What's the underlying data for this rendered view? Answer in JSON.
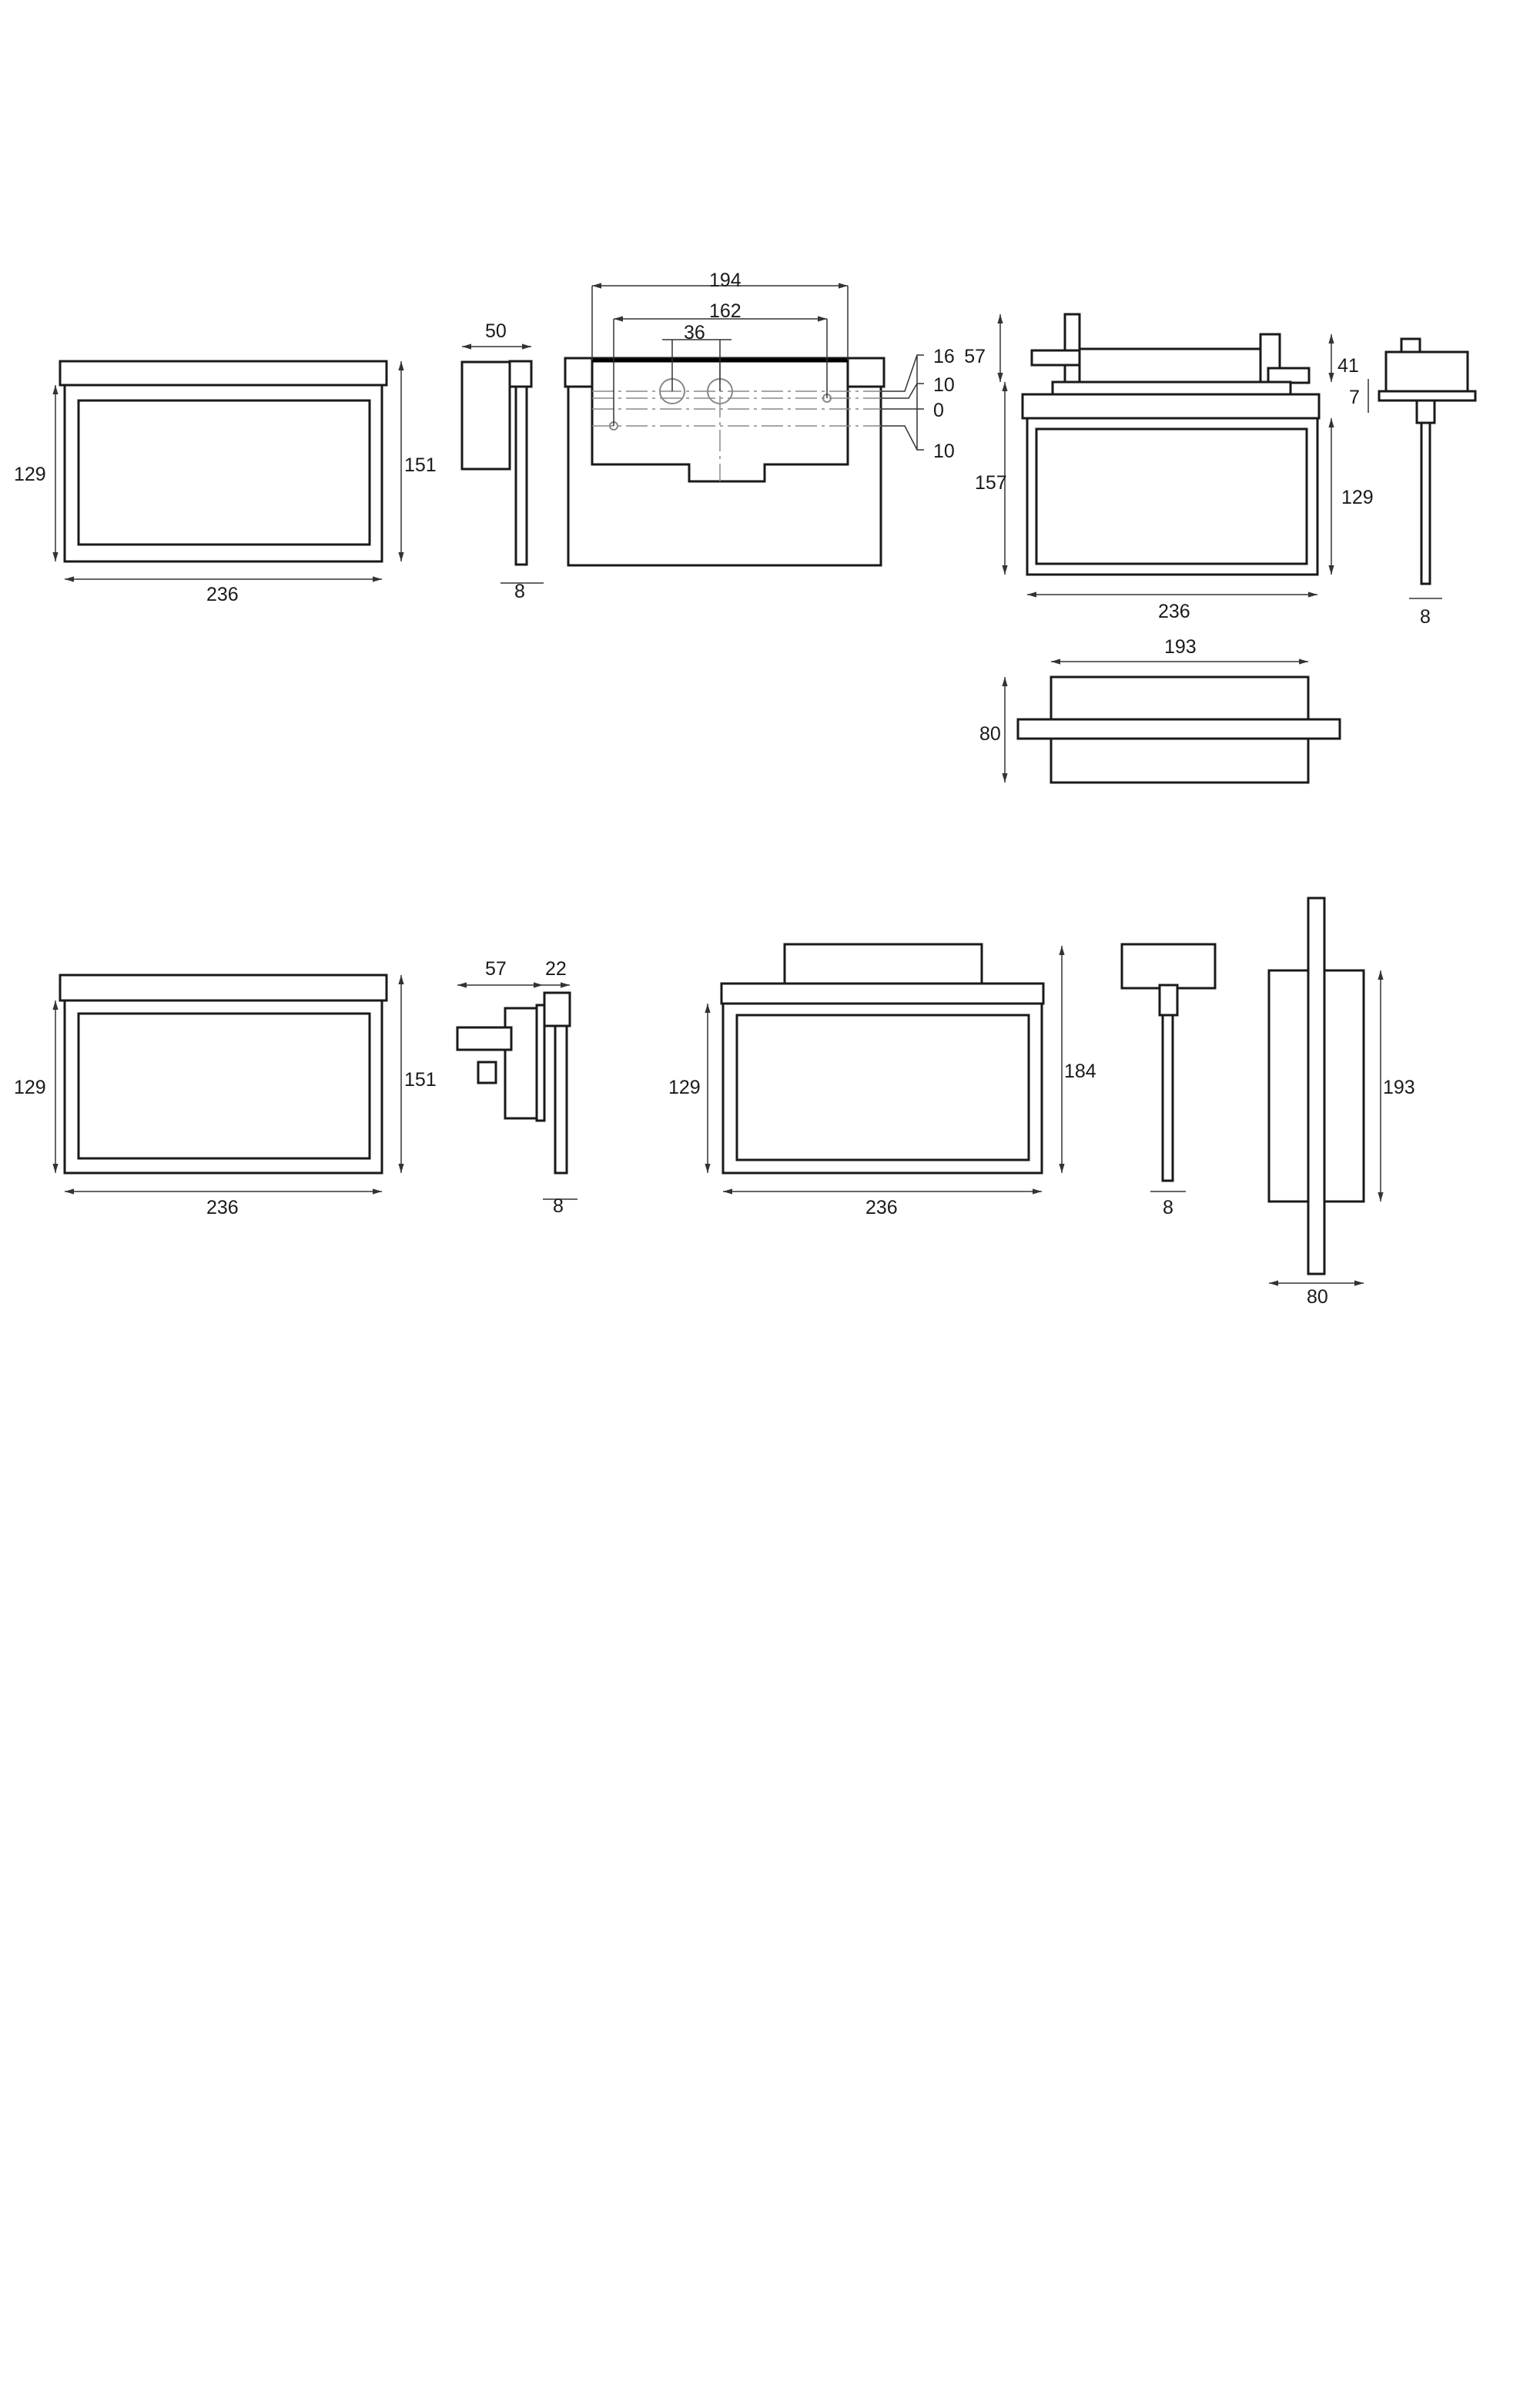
{
  "drawing": {
    "front_view_top": {
      "width": "236",
      "height_inner": "129",
      "height_total": "151"
    },
    "side_view_top": {
      "depth": "50",
      "thickness": "8"
    },
    "mounting_plate": {
      "outer_width": "194",
      "hole_spacing": "162",
      "cable_entry_spacing": "36",
      "offsets": [
        "16",
        "10",
        "0",
        "10"
      ]
    },
    "ceiling_front": {
      "top_height": "57",
      "box_height": "41",
      "total_height": "157",
      "panel_height": "129",
      "width": "236"
    },
    "ceiling_side": {
      "flange": "7",
      "thickness": "8"
    },
    "ceiling_plan": {
      "width": "193",
      "depth": "80"
    },
    "front_view_bottom": {
      "width": "236",
      "height_inner": "129",
      "height_total": "151"
    },
    "side_view_bottom": {
      "depth_module": "57",
      "depth_frame": "22",
      "thickness": "8"
    },
    "wall_hung_front": {
      "height_inner": "129",
      "height_total": "184",
      "width": "236"
    },
    "wall_hung_side": {
      "thickness": "8"
    },
    "wall_hung_end": {
      "height": "193",
      "depth": "80"
    }
  }
}
